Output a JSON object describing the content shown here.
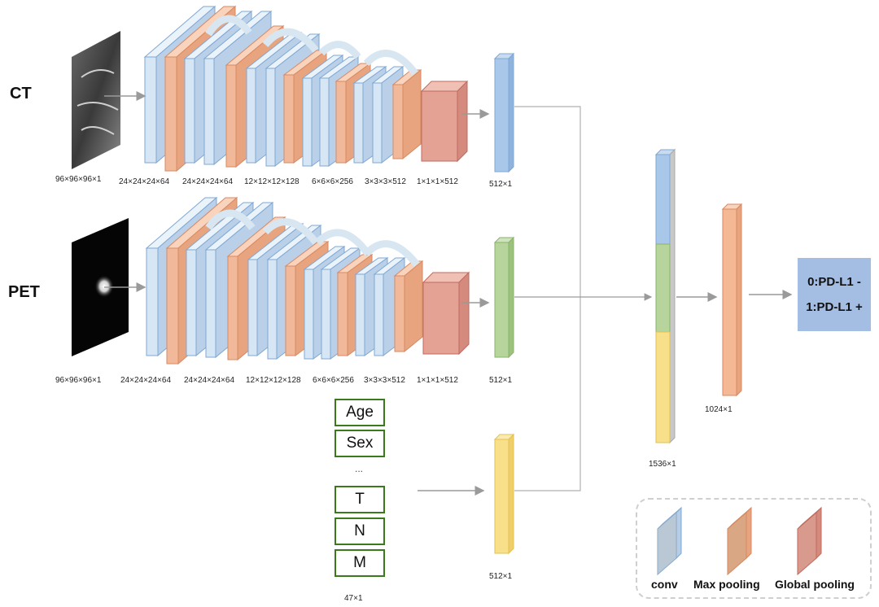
{
  "modalities": {
    "ct": "CT",
    "pet": "PET"
  },
  "ct_dims": [
    "96×96×96×1",
    "24×24×24×64",
    "24×24×24×64",
    "12×12×12×128",
    "6×6×6×256",
    "3×3×3×512",
    "1×1×1×512"
  ],
  "pet_dims": [
    "96×96×96×1",
    "24×24×24×64",
    "24×24×24×64",
    "12×12×12×128",
    "6×6×6×256",
    "3×3×3×512",
    "1×1×1×512"
  ],
  "feature_dims": {
    "ct": "512×1",
    "pet": "512×1",
    "clinical": "512×1",
    "concat": "1536×1",
    "fc": "1024×1",
    "clinical_input": "47×1"
  },
  "clinical_boxes": [
    "Age",
    "Sex",
    "T",
    "N",
    "M"
  ],
  "clinical_ellipsis": "...",
  "output": {
    "line1": "0:PD-L1 -",
    "line2": "1:PD-L1 +"
  },
  "legend": {
    "conv": "conv",
    "max_pooling": "Max pooling",
    "global_pooling": "Global pooling"
  },
  "colors": {
    "conv": "#d6e6f5",
    "conv_edge": "#7fa8d4",
    "pool": "#f1b99a",
    "pool_edge": "#d68a63",
    "gpool": "#e3a293",
    "gpool_edge": "#c06b5f",
    "feat_blue": "#a9c7e8",
    "feat_green": "#b6d49c",
    "feat_yellow": "#f8e08a",
    "feat_orange": "#f5b895",
    "output_bg": "#a4bde3",
    "clinical_border": "#3a7a1c"
  }
}
